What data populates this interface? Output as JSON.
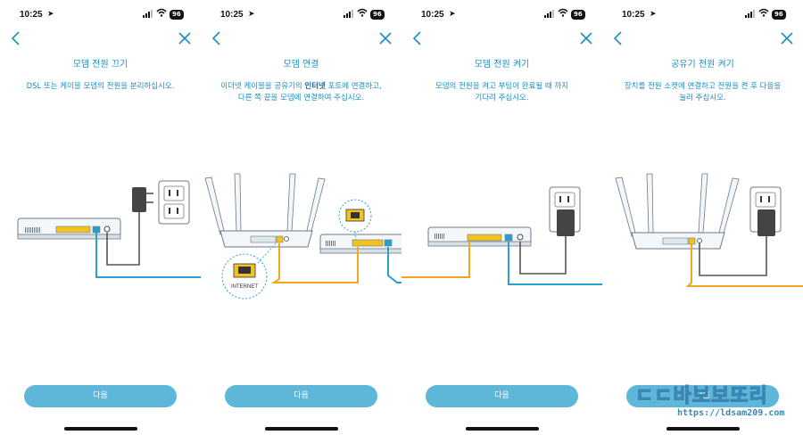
{
  "status_bar": {
    "time": "10:25",
    "battery": "96"
  },
  "screens": [
    {
      "title": "모뎀 전원 끄기",
      "description": [
        "DSL 또는 케이블 모뎀의 전원을 분리하십시오."
      ],
      "next_label": "다음"
    },
    {
      "title": "모뎀 연결",
      "description": [
        "이더넷 케이블을 공유기의 인터넷 포트에 연결하고,",
        "다른 쪽 끝을 모뎀에 연결하여 주십시오."
      ],
      "highlight": "인터넷",
      "port_label": "INTERNET",
      "next_label": "다음"
    },
    {
      "title": "모뎀 전원 켜기",
      "description": [
        "모뎀의 전원을 켜고 부팅이 완료될 때 까지",
        "기다려 주십시오."
      ],
      "next_label": "다음"
    },
    {
      "title": "공유기 전원 켜기",
      "description": [
        "장치를 전원 소켓에 연결하고 전원을 켠 후 다음을",
        "눌러 주십시오."
      ],
      "next_label": "다음"
    }
  ],
  "watermark": {
    "brand": "ㄷㄷ바보보또리",
    "url": "https://ldsam209.com"
  },
  "colors": {
    "accent": "#1a8fc4",
    "button": "#5eb7d9",
    "cable_orange": "#f4a51f",
    "cable_blue": "#2a9fcf",
    "port_yellow": "#f4c21f"
  }
}
